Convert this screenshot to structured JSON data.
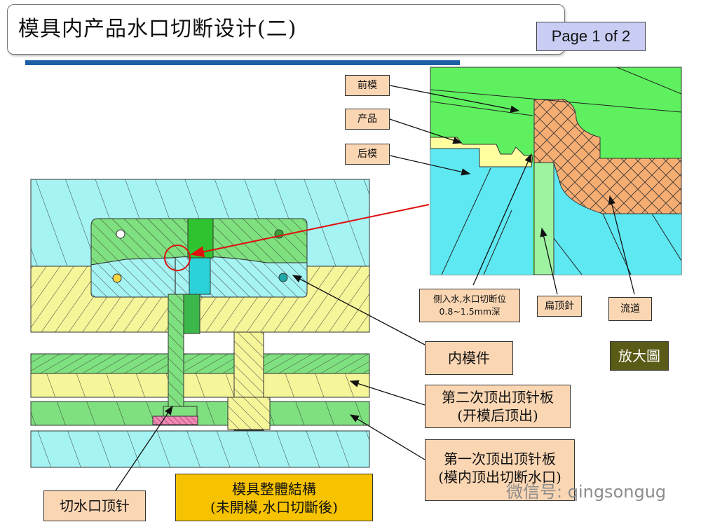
{
  "title": "模具内产品水口切断设计(二)",
  "page_indicator": "Page 1 of  2",
  "labels": {
    "front_mold": "前模",
    "product": "产品",
    "rear_mold": "后模",
    "side_gate_line1": "侧入水,水口切断位",
    "side_gate_line2": "0.8~1.5mm深",
    "flat_ejector": "扁顶針",
    "runner": "流道",
    "enlarged": "放大圖",
    "inner_insert": "内模件",
    "second_ejector_line1": "第二次顶出顶针板",
    "second_ejector_line2": "(开模后顶出)",
    "first_ejector_line1": "第一次顶出顶针板",
    "first_ejector_line2": "(模内顶出切断水口)",
    "cut_gate_pin": "切水口顶针",
    "structure_line1": "模具整體結構",
    "structure_line2": "(未開模,水口切斷後)"
  },
  "watermark": "微信号: qingsongug",
  "colors": {
    "cyan": "#a6f3f3",
    "green": "#7fe07f",
    "yellow": "#f5f59a",
    "orange": "#f2b26e",
    "label_bg": "#fbd6b3",
    "enlarged_bg": "#5b5b18",
    "structure_bg": "#f7c300",
    "page_bg": "#c9cdf4",
    "title_bar": "#1d5fa5"
  }
}
